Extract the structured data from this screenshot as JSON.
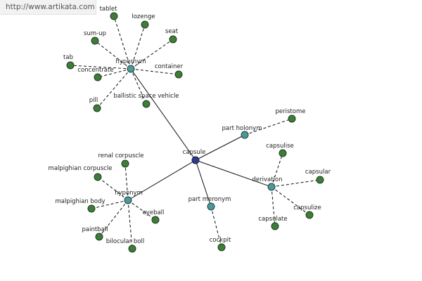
{
  "watermark": "http://www.artikata.com",
  "colors": {
    "leaf_node": "#3e7c3a",
    "relation_node": "#4a9a9a",
    "center_node": "#2e3a8c",
    "edge": "#111111"
  },
  "graph": {
    "center": {
      "id": "capsule",
      "label": "capsule"
    },
    "relations": [
      {
        "id": "hypernym",
        "label": "hypernym",
        "children": [
          "tablet",
          "lozenge",
          "seat",
          "sum-up",
          "tab",
          "concentrate",
          "container",
          "pill",
          "ballistic space vehicle"
        ]
      },
      {
        "id": "part_holonym",
        "label": "part holonym",
        "children": [
          "peristome"
        ]
      },
      {
        "id": "derivation",
        "label": "derivation",
        "children": [
          "capsulise",
          "capsular",
          "capsulize",
          "capsulate"
        ]
      },
      {
        "id": "part_meronym",
        "label": "part meronym",
        "children": [
          "cockpit"
        ]
      },
      {
        "id": "hyponym",
        "label": "hyponym",
        "children": [
          "renal corpuscle",
          "malpighian corpuscle",
          "malpighian body",
          "eyeball",
          "paintball",
          "bilocular boll"
        ]
      }
    ]
  }
}
